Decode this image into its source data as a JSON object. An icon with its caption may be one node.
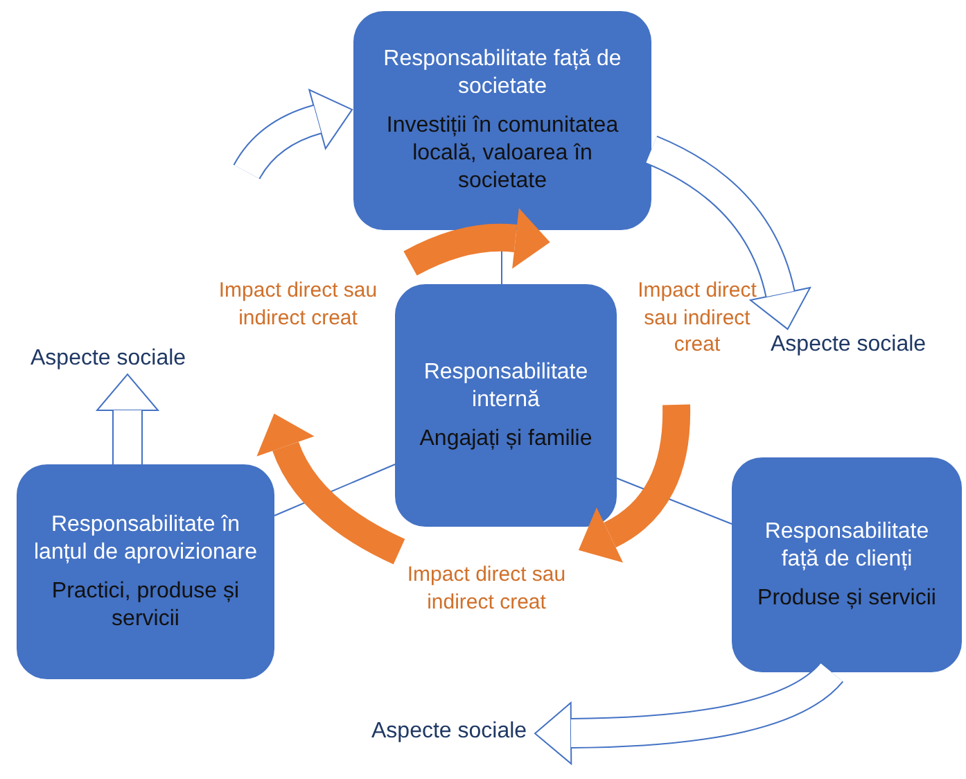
{
  "diagram": {
    "nodes": [
      {
        "text": [
          "Responsabilitate față de societate",
          "Investiții în comunitatea locală, valoarea în societate"
        ]
      },
      {
        "text": [
          "Responsabilitate internă",
          "Angajați și familie"
        ]
      },
      {
        "text": [
          "Responsabilitate în lanțul de aprovizionare",
          "Practici, produse și servicii"
        ]
      },
      {
        "text": [
          "Responsabilitate față de clienți",
          "Produse și servicii"
        ]
      },
      {
        "text": [
          "Aspecte sociale"
        ]
      },
      {
        "text": [
          "Aspecte sociale"
        ]
      },
      {
        "text": [
          "Aspecte sociale"
        ]
      }
    ],
    "edges": [
      {
        "from": 0,
        "to": 1,
        "arrow": "none"
      },
      {
        "from": 1,
        "to": 2,
        "arrow": "none"
      },
      {
        "from": 1,
        "to": 3,
        "arrow": "none"
      },
      {
        "from": null,
        "to": 0,
        "arrow": "to"
      },
      {
        "from": 0,
        "to": 5,
        "arrow": "to"
      },
      {
        "from": 2,
        "to": 4,
        "arrow": "to"
      },
      {
        "from": 3,
        "to": 6,
        "arrow": "to"
      }
    ],
    "labels": [
      "Impact direct sau indirect creat",
      "Impact direct sau indirect creat",
      "Impact direct sau indirect creat"
    ]
  }
}
